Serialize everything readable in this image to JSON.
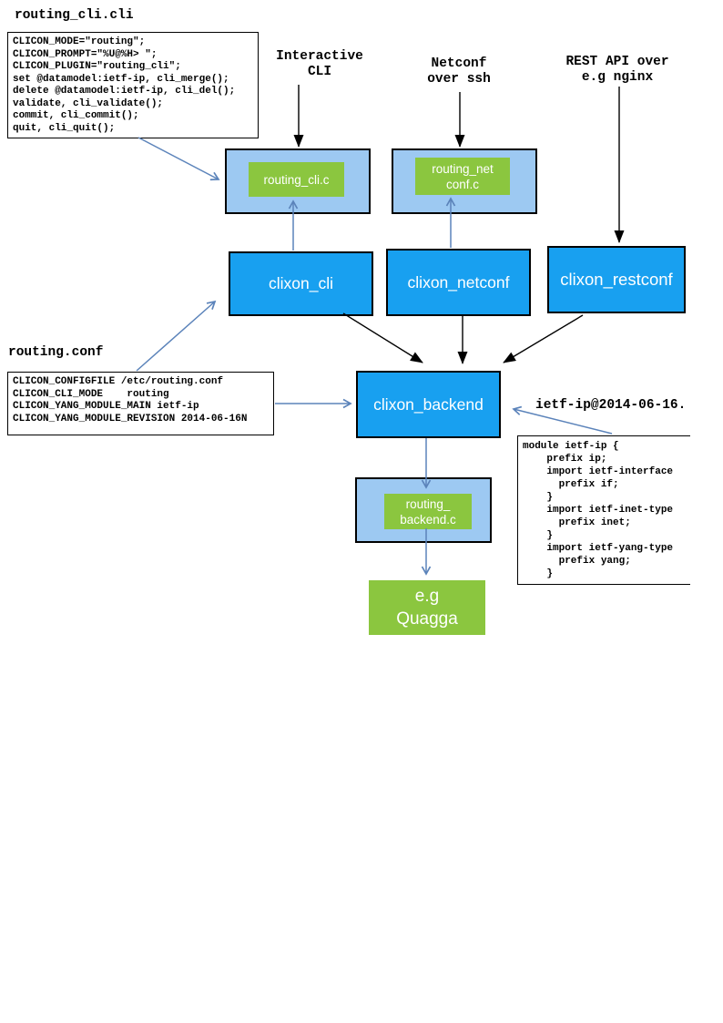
{
  "colors": {
    "node_blue": "#18a0f0",
    "node_light_blue": "#9dc9f2",
    "node_green": "#8bc63f",
    "arrow_blue": "#5b83ba",
    "arrow_black": "#000000",
    "page_background": "#ffffff"
  },
  "files": {
    "routing_cli_cli": {
      "title": "routing_cli.cli",
      "code": [
        "CLICON_MODE=\"routing\";",
        "CLICON_PROMPT=\"%U@%H> \";",
        "CLICON_PLUGIN=\"routing_cli\";",
        "set @datamodel:ietf-ip, cli_merge();",
        "delete @datamodel:ietf-ip, cli_del();",
        "validate, cli_validate();",
        "commit, cli_commit();",
        "quit, cli_quit();"
      ]
    },
    "routing_conf": {
      "title": "routing.conf",
      "code": [
        "CLICON_CONFIGFILE /etc/routing.conf",
        "CLICON_CLI_MODE    routing",
        "CLICON_YANG_MODULE_MAIN ietf-ip",
        "CLICON_YANG_MODULE_REVISION 2014-06-16N"
      ]
    },
    "ietf_ip_yang": {
      "label": "ietf-ip@2014-06-16.",
      "code": [
        "module ietf-ip {",
        "    prefix ip;",
        "    import ietf-interface",
        "      prefix if;",
        "    }",
        "    import ietf-inet-type",
        "      prefix inet;",
        "    }",
        "    import ietf-yang-type",
        "      prefix yang;",
        "    }"
      ]
    }
  },
  "annotations": {
    "interactive_cli": [
      "Interactive",
      "CLI"
    ],
    "netconf_over_ssh": [
      "Netconf",
      "over ssh"
    ],
    "rest_api": [
      "REST API over",
      "e.g nginx"
    ]
  },
  "nodes": {
    "routing_cli_c": "routing_cli.c",
    "routing_netconf_c": [
      "routing_net",
      "conf.c"
    ],
    "clixon_cli": "clixon_cli",
    "clixon_netconf": "clixon_netconf",
    "clixon_restconf": "clixon_restconf",
    "clixon_backend": "clixon_backend",
    "routing_backend_c": [
      "routing_",
      "backend.c"
    ],
    "quagga": [
      "e.g",
      "Quagga"
    ]
  }
}
